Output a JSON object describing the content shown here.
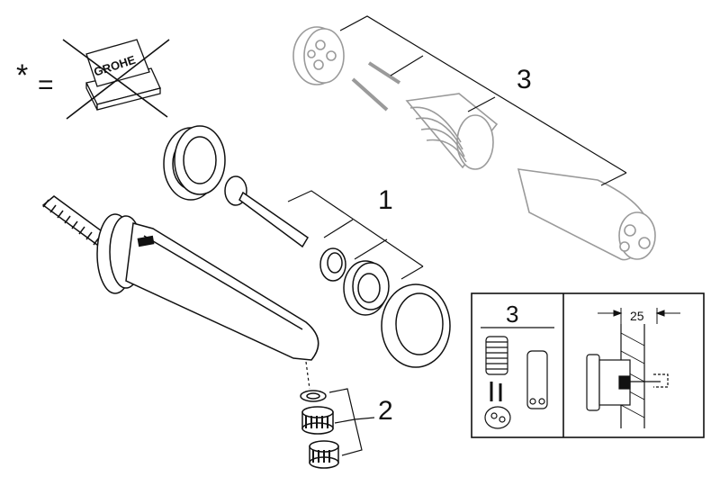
{
  "logo": {
    "text": "GROHE"
  },
  "legend": {
    "asterisk": "*",
    "equals": "="
  },
  "callouts": {
    "spout_set": "1",
    "aerator_set": "2",
    "valve_set": "3"
  },
  "inset": {
    "label": "3",
    "dimension": "25"
  },
  "colors": {
    "line": "#111111",
    "ghost": "#9a9a9a",
    "fill": "#ffffff"
  }
}
